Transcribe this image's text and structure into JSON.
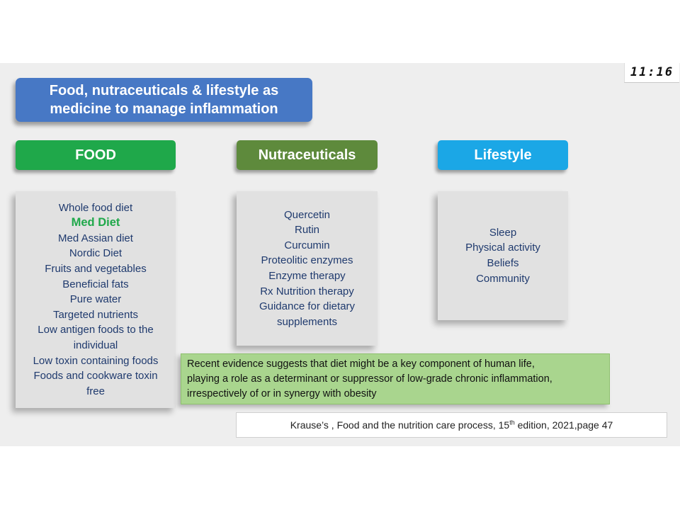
{
  "clock": "11:16",
  "title": {
    "line1": "Food, nutraceuticals & lifestyle as",
    "line2": "medicine to manage inflammation"
  },
  "categories": {
    "food": "FOOD",
    "nutraceuticals": "Nutraceuticals",
    "lifestyle": "Lifestyle"
  },
  "food_items": [
    "Whole food diet",
    "Med Diet",
    "Med Assian diet",
    "Nordic Diet",
    "Fruits and vegetables",
    "Beneficial fats",
    "Pure water",
    "Targeted nutrients",
    "Low antigen foods to the",
    "individual",
    "Low toxin containing foods",
    "Foods and cookware toxin",
    "free"
  ],
  "nutraceutical_items": [
    "Quercetin",
    "Rutin",
    "Curcumin",
    "Proteolitic enzymes",
    "Enzyme therapy",
    "Rx Nutrition therapy",
    "Guidance for dietary",
    "supplements"
  ],
  "lifestyle_items": [
    "Sleep",
    "Physical activity",
    "Beliefs",
    "Community"
  ],
  "evidence": {
    "line1": "Recent evidence suggests that diet might be a key component of human life,",
    "line2": "playing a role as a determinant or suppressor of low-grade chronic inflammation,",
    "line3": "irrespectively of or in synergy with obesity"
  },
  "citation": {
    "before": "Krause’s , Food and the nutrition care process, 15",
    "sup": "th",
    "after": " edition, 2021,page 47"
  },
  "colors": {
    "title": "#4778c5",
    "food": "#1fa84a",
    "nutraceuticals": "#5e8a3c",
    "lifestyle": "#1ba7e6",
    "panel_text": "#1f3a6e",
    "evidence_bg": "#a9d58e"
  }
}
